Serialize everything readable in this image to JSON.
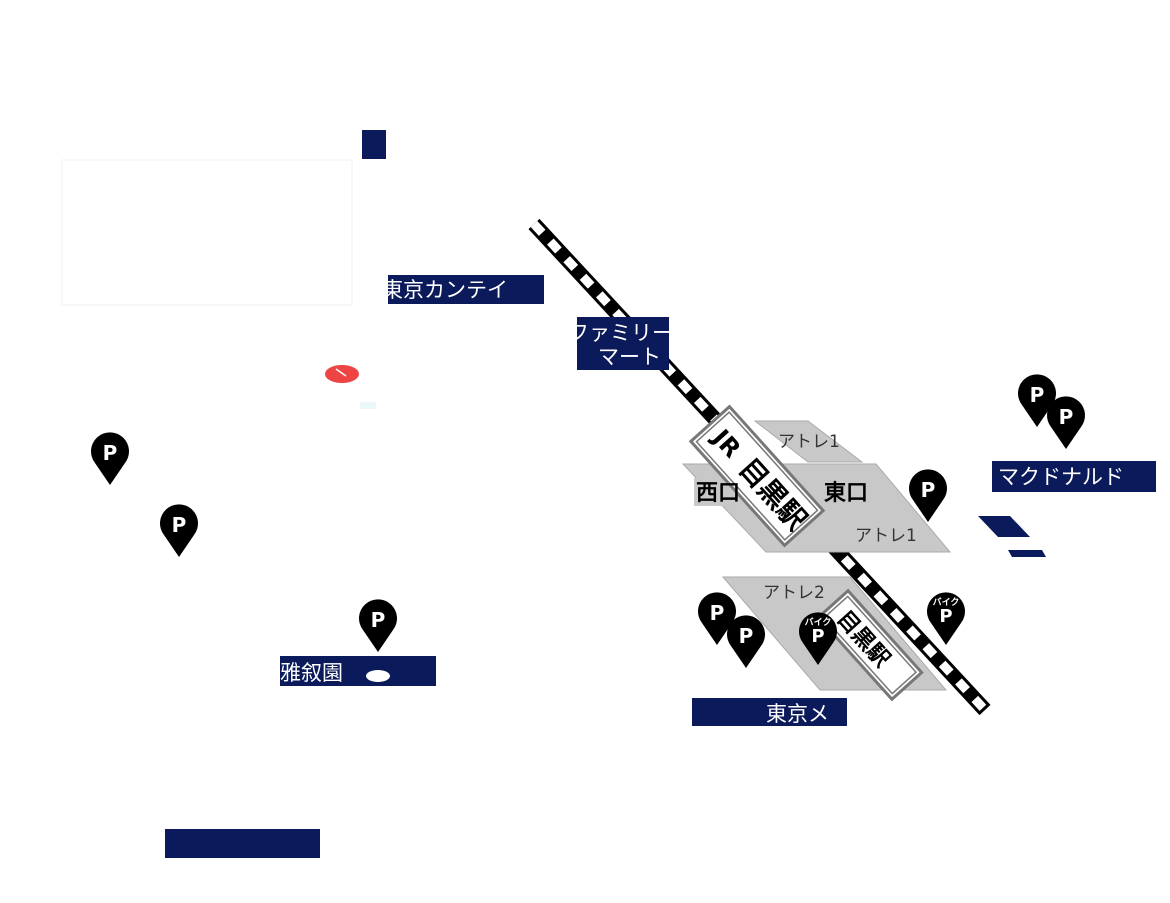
{
  "station": {
    "line_label": "JR",
    "name": "目黒駅",
    "metro_name": "目黒駅"
  },
  "exits": {
    "west": "西口",
    "east": "東口"
  },
  "areas": {
    "atre1_north": "アトレ1",
    "atre1_south": "アトレ1",
    "atre2": "アトレ2"
  },
  "landmarks": {
    "tokyo_kantei": "東京カンテイ",
    "family_mart_line1": "ファミリー",
    "family_mart_line2": "マート",
    "mcdonalds": "マクドナルド",
    "gajoen": "雅叙園",
    "tokyo_metro": "東京メ"
  },
  "parking": {
    "symbol": "P",
    "bike_label": "バイク"
  },
  "colors": {
    "navy": "#0b1a5a",
    "platform_gray": "#c8c8c8",
    "pin_black": "#000000",
    "accent_red": "#ee4444"
  }
}
